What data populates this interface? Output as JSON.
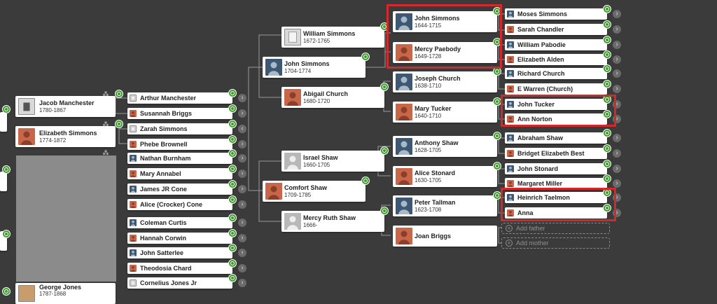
{
  "colors": {
    "background": "#3b3b3b",
    "male": "#3d5873",
    "female": "#c8664a",
    "hint": "#3f9b2b",
    "highlight": "#d5282a"
  },
  "people": {
    "jacob_manchester": {
      "name": "Jacob Manchester",
      "dates": "1780-1867"
    },
    "elizabeth_simmons_1774": {
      "name": "Elizabeth Simmons",
      "dates": "1774-1872"
    },
    "george_jones": {
      "name": "George Jones",
      "dates": "1787-1868"
    },
    "arthur_manchester": {
      "name": "Arthur Manchester"
    },
    "susannah_briggs": {
      "name": "Susannah Briggs"
    },
    "zarah_simmons": {
      "name": "Zarah Simmons"
    },
    "phebe_brownell": {
      "name": "Phebe Brownell"
    },
    "nathan_burnham": {
      "name": "Nathan Burnham"
    },
    "mary_annabel": {
      "name": "Mary Annabel"
    },
    "james_jr_cone": {
      "name": "James JR Cone"
    },
    "alice_crocker_cone": {
      "name": "Alice (Crocker) Cone"
    },
    "coleman_curtis": {
      "name": "Coleman Curtis"
    },
    "hannah_corwin": {
      "name": "Hannah Corwin"
    },
    "john_satterlee": {
      "name": "John Satterlee"
    },
    "theodosia_chard": {
      "name": "Theodosia Chard"
    },
    "cornelius_jones_jr": {
      "name": "Cornelius Jones Jr"
    },
    "william_simmons": {
      "name": "William Simmons",
      "dates": "1672-1765"
    },
    "john_simmons_1704": {
      "name": "John Simmons",
      "dates": "1704-1774"
    },
    "abigail_church": {
      "name": "Abigail Church",
      "dates": "1680-1720"
    },
    "israel_shaw": {
      "name": "Israel Shaw",
      "dates": "1660-1705"
    },
    "comfort_shaw": {
      "name": "Comfort Shaw",
      "dates": "1709-1785"
    },
    "mercy_ruth_shaw": {
      "name": "Mercy Ruth Shaw",
      "dates": "1666-"
    },
    "john_simmons_1644": {
      "name": "John Simmons",
      "dates": "1644-1715"
    },
    "mercy_paebody": {
      "name": "Mercy Paebody",
      "dates": "1649-1728"
    },
    "joseph_church": {
      "name": "Joseph Church",
      "dates": "1638-1710"
    },
    "mary_tucker": {
      "name": "Mary Tucker",
      "dates": "1640-1710"
    },
    "anthony_shaw": {
      "name": "Anthony Shaw",
      "dates": "1628-1705"
    },
    "alice_stonard": {
      "name": "Alice Stonard",
      "dates": "1630-1705"
    },
    "peter_tallman": {
      "name": "Peter Tallman",
      "dates": "1623-1708"
    },
    "joan_briggs": {
      "name": "Joan Briggs"
    },
    "moses_simmons": {
      "name": "Moses Simmons"
    },
    "sarah_chandler": {
      "name": "Sarah Chandler"
    },
    "william_pabodie": {
      "name": "William Pabodie"
    },
    "elizabeth_alden": {
      "name": "Elizabeth Alden"
    },
    "richard_church": {
      "name": "Richard Church"
    },
    "e_warren_church": {
      "name": "E Warren (Church)"
    },
    "john_tucker": {
      "name": "John Tucker"
    },
    "ann_norton": {
      "name": "Ann Norton"
    },
    "abraham_shaw": {
      "name": "Abraham Shaw"
    },
    "bridget_elizabeth_best": {
      "name": "Bridget Elizabeth Best"
    },
    "john_stonard": {
      "name": "John Stonard"
    },
    "margaret_miller": {
      "name": "Margaret Miller"
    },
    "heinrich_taelmon": {
      "name": "Heinrich Taelmon"
    },
    "anna": {
      "name": "Anna"
    }
  },
  "add_father_label": "Add father",
  "add_mother_label": "Add mother"
}
